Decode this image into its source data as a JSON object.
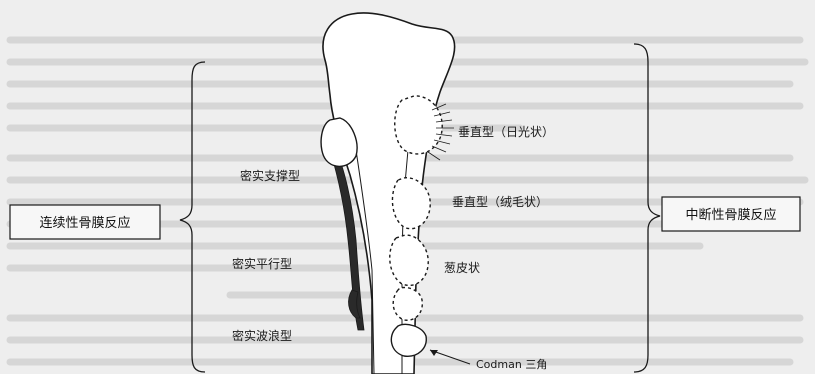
{
  "left_box": {
    "label": "连续性骨膜反应"
  },
  "right_box": {
    "label": "中断性骨膜反应"
  },
  "left_labels": {
    "dense_support": "密实支撑型",
    "dense_parallel": "密实平行型",
    "dense_wavy": "密实波浪型"
  },
  "right_labels": {
    "vertical_sunburst": "垂直型（日光状）",
    "vertical_hairy": "垂直型（绒毛状）",
    "onion_skin": "葱皮状"
  },
  "codman": {
    "label": "Codman 三角"
  }
}
